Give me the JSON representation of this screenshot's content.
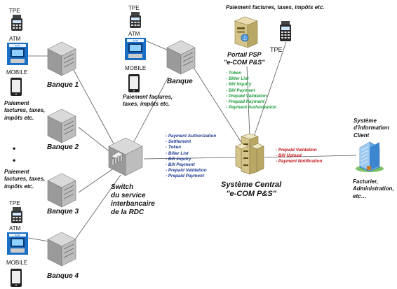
{
  "devices": {
    "tpe": "TPE",
    "atm": "ATM",
    "mobile": "MOBILE",
    "atm_screen": "ATM"
  },
  "banks": {
    "b1": "Banque 1",
    "b2": "Banque 2",
    "b3": "Banque 3",
    "b4": "Banque 4",
    "top": "Banque"
  },
  "payment_text": "Paiement\nfactures, taxes,\nimpôts etc.",
  "top_payment_text": "Paiement factures,\ntaxes, impôts etc.",
  "top_right_payment_text": "Paiement factures, taxes, impôts etc.",
  "dots": "•",
  "switch_label": "Switch\ndu service\ninterbancaire\nde la RDC",
  "central_label": "Système Central\n\"e-COM P&S\"",
  "psp_label": "Portail PSP\n\"e-COM P&S\"",
  "client_system_label": "Système\nd'information\nClient",
  "client_targets_label": "Facturier,\nAdministration,\netc…",
  "switch_flows": [
    "- Payment Authorization",
    "- Settlement",
    "- Token",
    "- Biller List",
    "- Bill Inquiry",
    "- Bill Payment",
    "- Prepaid Validation",
    "- Prepaid Payment"
  ],
  "psp_flows": [
    "- Token",
    "- Biller List",
    "- Bill Inquiry",
    "- Bill Payment",
    "- Prepaid Validation",
    "- Prepaid Payment",
    "- Payment Authorization"
  ],
  "client_flows": [
    "- Prepaid Validation",
    "- Bill Upload",
    "- Payment Notification"
  ],
  "colors": {
    "switch_flows": "#1f3a93",
    "psp_flows": "#1e9c3c",
    "client_flows": "#c0141b",
    "atm_blue": "#1a6fc4"
  }
}
